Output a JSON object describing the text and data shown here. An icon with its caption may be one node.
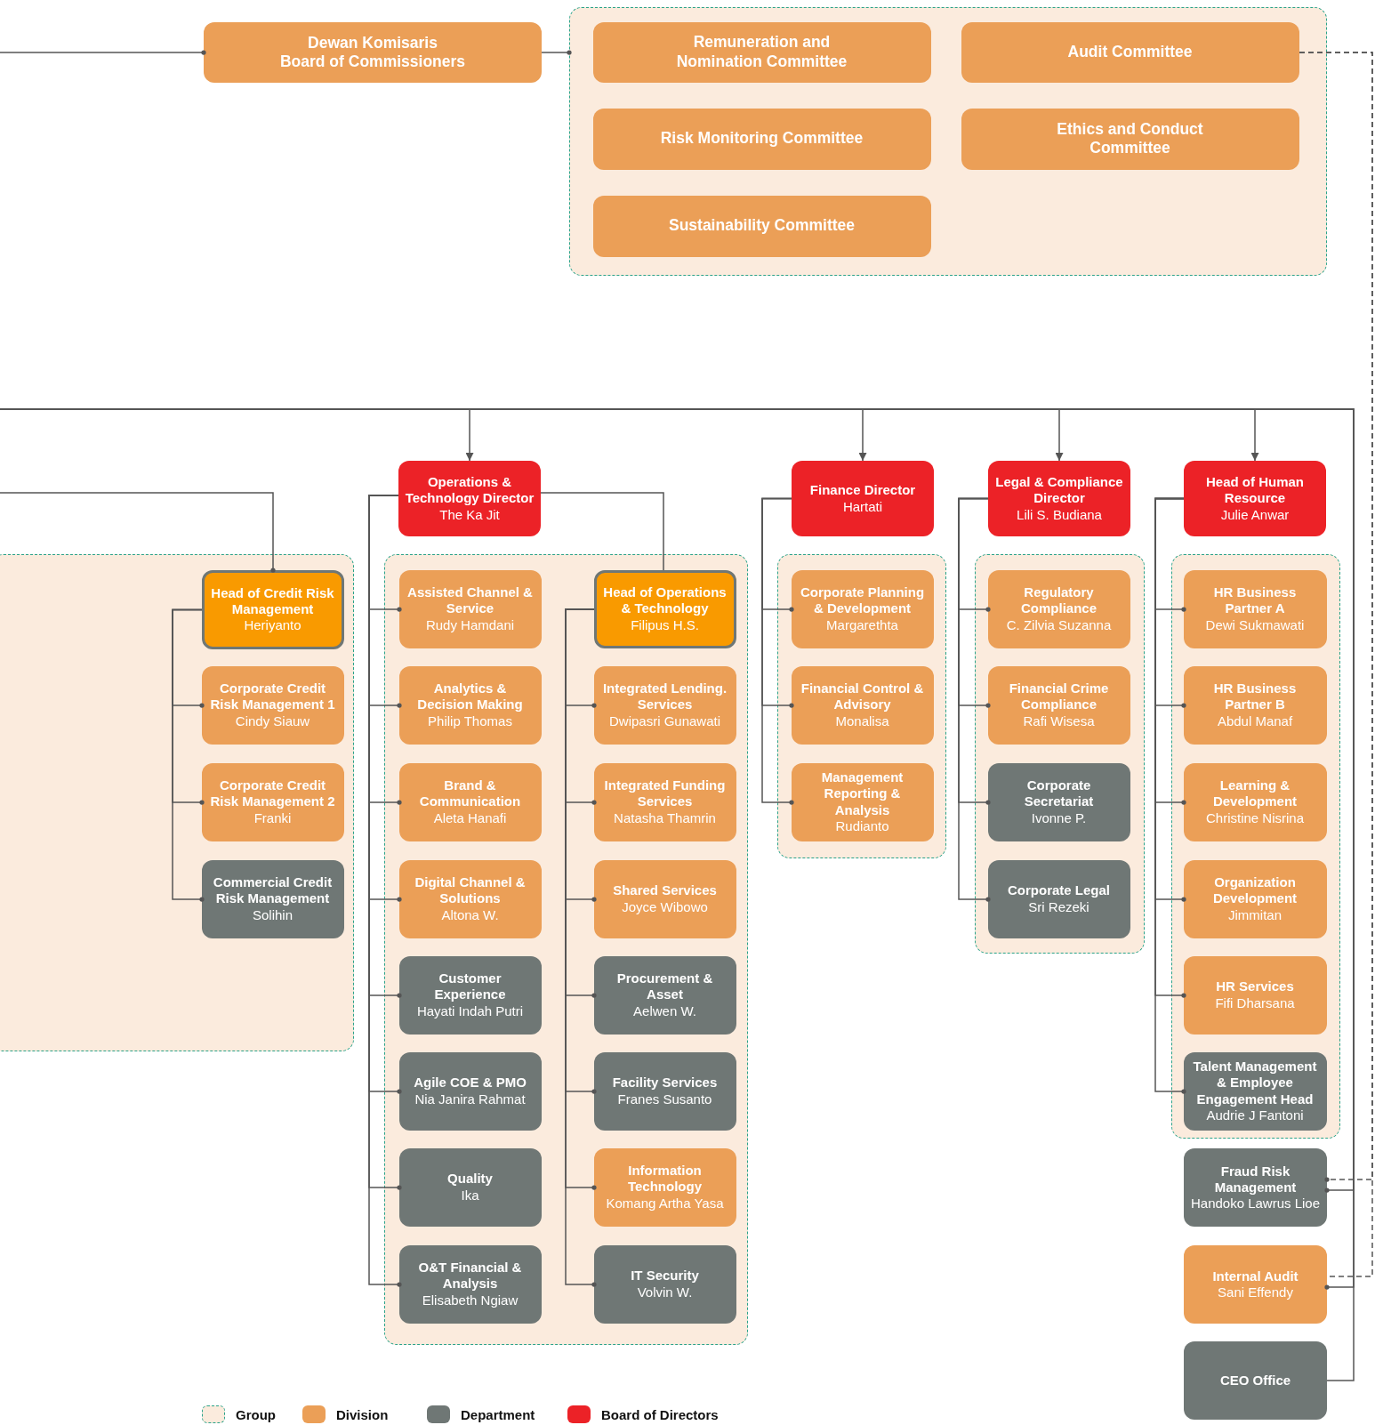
{
  "diagram": {
    "nodes": [
      {
        "text": [
          "Dewan Komisaris",
          "Board of Commissioners"
        ]
      },
      {
        "text": [],
        "shape": "box"
      },
      {
        "text": [
          "Remuneration and Nomination Committee"
        ],
        "in": 1
      },
      {
        "text": [
          "Audit Committee"
        ],
        "in": 1
      },
      {
        "text": [
          "Risk Monitoring Committee"
        ],
        "in": 1
      },
      {
        "text": [
          "Ethics and Conduct Committee"
        ],
        "in": 1
      },
      {
        "text": [
          "Sustainability Committee"
        ],
        "in": 1
      },
      {
        "text": [
          "Operations & Technology Director",
          "The Ka Jit"
        ]
      },
      {
        "text": [
          "Finance Director",
          "Hartati"
        ]
      },
      {
        "text": [
          "Legal & Compliance Director",
          "Lili S. Budiana"
        ]
      },
      {
        "text": [
          "Head of Human Resource",
          "Julie Anwar"
        ]
      },
      {
        "text": [],
        "shape": "box"
      },
      {
        "text": [
          "Head of Credit Risk Management",
          "Heriyanto"
        ],
        "in": 11
      },
      {
        "text": [
          "Corporate Credit Risk Management 1",
          "Cindy Siauw"
        ],
        "in": 11
      },
      {
        "text": [
          "Corporate Credit Risk Management 2",
          "Franki"
        ],
        "in": 11
      },
      {
        "text": [
          "Commercial Credit Risk Management",
          "Solihin"
        ],
        "in": 11
      },
      {
        "text": [],
        "shape": "box"
      },
      {
        "text": [
          "Assisted Channel & Service",
          "Rudy Hamdani"
        ],
        "in": 16
      },
      {
        "text": [
          "Head of Operations & Technology",
          "Filipus H.S."
        ],
        "in": 16
      },
      {
        "text": [
          "Analytics & Decision Making",
          "Philip Thomas"
        ],
        "in": 16
      },
      {
        "text": [
          "Integrated Lending. Services",
          "Dwipasri Gunawati"
        ],
        "in": 16
      },
      {
        "text": [
          "Brand & Communication",
          "Aleta Hanafi"
        ],
        "in": 16
      },
      {
        "text": [
          "Integrated Funding Services",
          "Natasha Thamrin"
        ],
        "in": 16
      },
      {
        "text": [
          "Digital Channel & Solutions",
          "Altona W."
        ],
        "in": 16
      },
      {
        "text": [
          "Shared Services",
          "Joyce Wibowo"
        ],
        "in": 16
      },
      {
        "text": [
          "Customer Experience",
          "Hayati Indah Putri"
        ],
        "in": 16
      },
      {
        "text": [
          "Procurement & Asset",
          "Aelwen W."
        ],
        "in": 16
      },
      {
        "text": [
          "Agile COE & PMO",
          "Nia Janira Rahmat"
        ],
        "in": 16
      },
      {
        "text": [
          "Facility Services",
          "Franes Susanto"
        ],
        "in": 16
      },
      {
        "text": [
          "Quality",
          "Ika"
        ],
        "in": 16
      },
      {
        "text": [
          "Information Technology",
          "Komang Artha Yasa"
        ],
        "in": 16
      },
      {
        "text": [
          "O&T Financial & Analysis",
          "Elisabeth Ngiaw"
        ],
        "in": 16
      },
      {
        "text": [
          "IT Security",
          "Volvin W."
        ],
        "in": 16
      },
      {
        "text": [],
        "shape": "box"
      },
      {
        "text": [
          "Corporate Planning & Development",
          "Margarethta"
        ],
        "in": 33
      },
      {
        "text": [
          "Financial Control & Advisory",
          "Monalisa"
        ],
        "in": 33
      },
      {
        "text": [
          "Management Reporting & Analysis",
          "Rudianto"
        ],
        "in": 33
      },
      {
        "text": [],
        "shape": "box"
      },
      {
        "text": [
          "Regulatory Compliance",
          "C. Zilvia Suzanna"
        ],
        "in": 37
      },
      {
        "text": [
          "Financial Crime Compliance",
          "Rafi Wisesa"
        ],
        "in": 37
      },
      {
        "text": [
          "Corporate Secretariat",
          "Ivonne P."
        ],
        "in": 37
      },
      {
        "text": [
          "Corporate Legal",
          "Sri Rezeki"
        ],
        "in": 37
      },
      {
        "text": [],
        "shape": "box"
      },
      {
        "text": [
          "HR Business Partner A",
          "Dewi Sukmawati"
        ],
        "in": 42
      },
      {
        "text": [
          "HR Business Partner B",
          "Abdul Manaf"
        ],
        "in": 42
      },
      {
        "text": [
          "Learning & Development",
          "Christine Nisrina"
        ],
        "in": 42
      },
      {
        "text": [
          "Organization Development",
          "Jimmitan"
        ],
        "in": 42
      },
      {
        "text": [
          "HR Services",
          "Fifi Dharsana"
        ],
        "in": 42
      },
      {
        "text": [
          "Talent Management & Employee Engagement Head",
          "Audrie J Fantoni"
        ],
        "in": 42
      },
      {
        "text": [
          "Fraud Risk Management",
          "Handoko Lawrus Lioe"
        ]
      },
      {
        "text": [
          "Internal Audit",
          "Sani Effendy"
        ]
      },
      {
        "text": [
          "CEO Office"
        ]
      }
    ],
    "edges": [
      {
        "from": null,
        "to": 0,
        "arrow": "other"
      },
      {
        "from": 0,
        "to": 1,
        "arrow": "other"
      },
      {
        "from": null,
        "to": 7,
        "arrow": "to"
      },
      {
        "from": null,
        "to": 8,
        "arrow": "to"
      },
      {
        "from": null,
        "to": 9,
        "arrow": "to"
      },
      {
        "from": null,
        "to": 10,
        "arrow": "to"
      },
      {
        "from": null,
        "to": 12,
        "arrow": "other"
      },
      {
        "from": 12,
        "to": 13,
        "arrow": "other"
      },
      {
        "from": 12,
        "to": 14,
        "arrow": "other"
      },
      {
        "from": 12,
        "to": 15,
        "arrow": "other"
      },
      {
        "from": 7,
        "to": 18,
        "arrow": "none"
      },
      {
        "from": 7,
        "to": 17,
        "arrow": "other"
      },
      {
        "from": 7,
        "to": 19,
        "arrow": "other"
      },
      {
        "from": 7,
        "to": 21,
        "arrow": "other"
      },
      {
        "from": 7,
        "to": 23,
        "arrow": "other"
      },
      {
        "from": 7,
        "to": 25,
        "arrow": "other"
      },
      {
        "from": 7,
        "to": 27,
        "arrow": "other"
      },
      {
        "from": 7,
        "to": 29,
        "arrow": "other"
      },
      {
        "from": 7,
        "to": 31,
        "arrow": "other"
      },
      {
        "from": 18,
        "to": 20,
        "arrow": "other"
      },
      {
        "from": 18,
        "to": 22,
        "arrow": "other"
      },
      {
        "from": 18,
        "to": 24,
        "arrow": "other"
      },
      {
        "from": 18,
        "to": 26,
        "arrow": "other"
      },
      {
        "from": 18,
        "to": 28,
        "arrow": "other"
      },
      {
        "from": 18,
        "to": 30,
        "arrow": "other"
      },
      {
        "from": 18,
        "to": 32,
        "arrow": "other"
      },
      {
        "from": 8,
        "to": 34,
        "arrow": "other"
      },
      {
        "from": 8,
        "to": 35,
        "arrow": "other"
      },
      {
        "from": 8,
        "to": 36,
        "arrow": "other"
      },
      {
        "from": 9,
        "to": 38,
        "arrow": "other"
      },
      {
        "from": 9,
        "to": 39,
        "arrow": "other"
      },
      {
        "from": 9,
        "to": 40,
        "arrow": "other"
      },
      {
        "from": 9,
        "to": 41,
        "arrow": "other"
      },
      {
        "from": 10,
        "to": 43,
        "arrow": "other"
      },
      {
        "from": 10,
        "to": 44,
        "arrow": "other"
      },
      {
        "from": 10,
        "to": 45,
        "arrow": "other"
      },
      {
        "from": 10,
        "to": 46,
        "arrow": "other"
      },
      {
        "from": 10,
        "to": 47,
        "arrow": "other"
      },
      {
        "from": 10,
        "to": 48,
        "arrow": "other"
      },
      {
        "from": null,
        "to": 49,
        "arrow": "other"
      },
      {
        "from": null,
        "to": 50,
        "arrow": "other"
      },
      {
        "from": null,
        "to": 51,
        "arrow": "none"
      },
      {
        "from": 3,
        "to": 49,
        "arrow": "other",
        "style": "dashed"
      },
      {
        "from": 3,
        "to": 50,
        "arrow": "none",
        "style": "dashed"
      }
    ],
    "legend": [
      {
        "text": "Group",
        "color": "#fbebdd"
      },
      {
        "text": "Division",
        "color": "#eb9f57"
      },
      {
        "text": "Department",
        "color": "#6f7775"
      },
      {
        "text": "Board of Directors",
        "color": "#ec2227"
      }
    ]
  }
}
